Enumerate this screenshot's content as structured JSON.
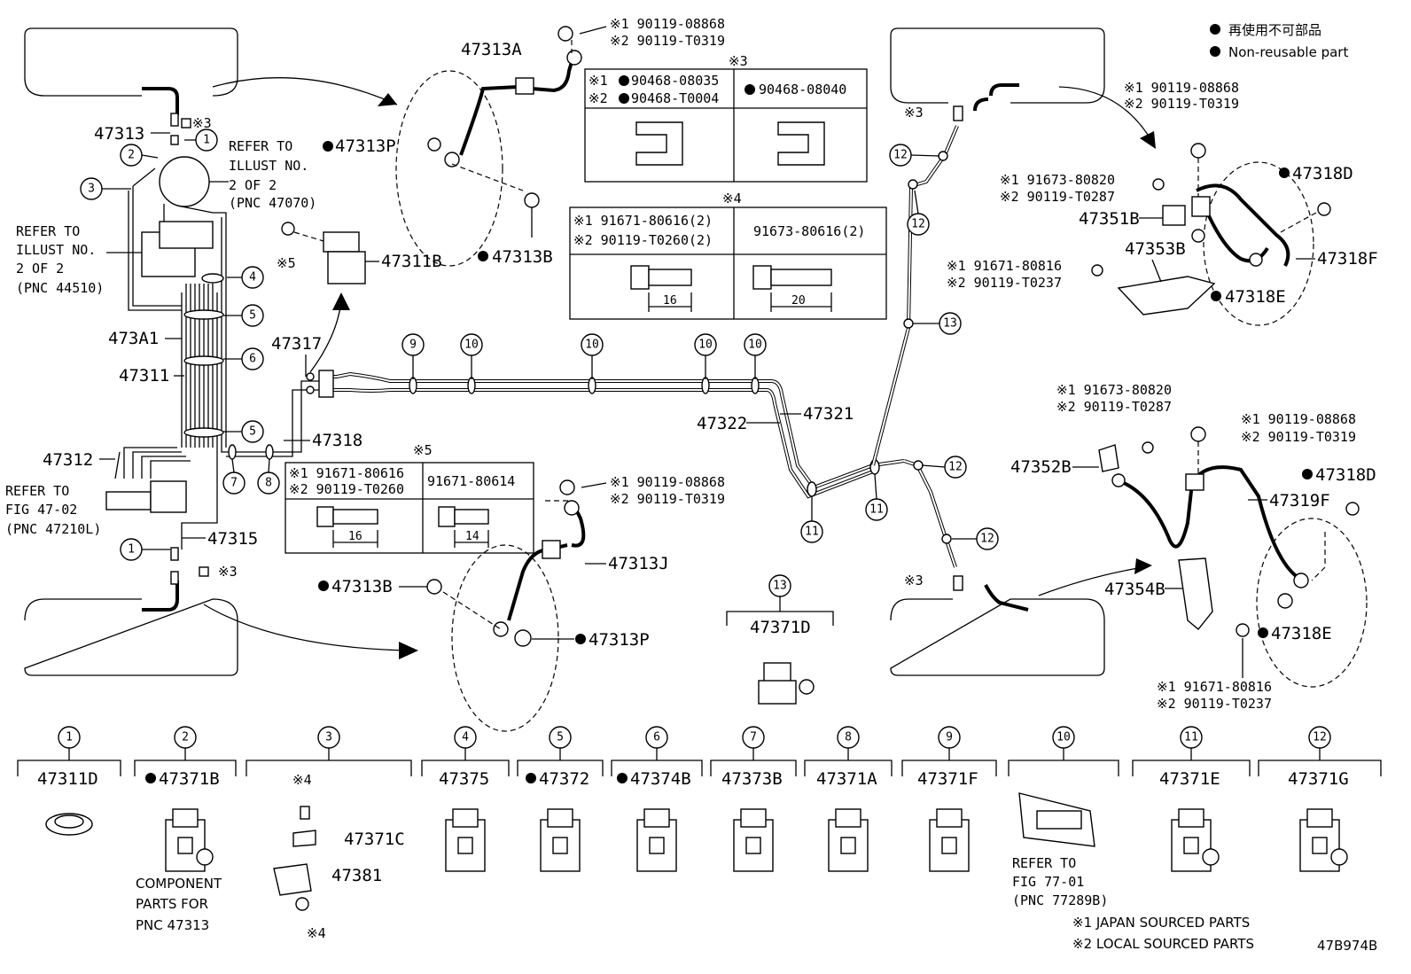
{
  "legend": {
    "non_reusable_jp": "再使用不可部品",
    "non_reusable_en": "Non-reusable part",
    "japan_sourced": "※1 JAPAN SOURCED PARTS",
    "local_sourced": "※2 LOCAL SOURCED PARTS",
    "figure_id": "47B974B"
  },
  "marks": {
    "n3": "※3",
    "n4": "※4",
    "n5": "※5"
  },
  "parts": {
    "p47313": "47313",
    "p47313A": "47313A",
    "p47313P_top": "47313P",
    "p47313B_top": "47313B",
    "p47311B": "47311B",
    "p47317": "47317",
    "p473A1": "473A1",
    "p47311": "47311",
    "p47312": "47312",
    "p47318": "47318",
    "p47315": "47315",
    "p47313B_bot": "47313B",
    "p47313P_bot": "47313P",
    "p47313J": "47313J",
    "p47322": "47322",
    "p47321": "47321",
    "p47351B": "47351B",
    "p47353B": "47353B",
    "p47318D_top": "47318D",
    "p47318F": "47318F",
    "p47318E_top": "47318E",
    "p47352B": "47352B",
    "p47318D_bot": "47318D",
    "p47319F": "47319F",
    "p47354B": "47354B",
    "p47318E_bot": "47318E",
    "p47371D": "47371D"
  },
  "bolts": {
    "top_center_1": "※1 90119-08868",
    "top_center_2": "※2 90119-T0319",
    "mid_center_1": "※1 90119-08868",
    "mid_center_2": "※2 90119-T0319",
    "right_top_1": "※1 90119-08868",
    "right_top_2": "※2 90119-T0319",
    "right_a1": "※1 91673-80820",
    "right_a2": "※2 90119-T0287",
    "right_b1": "※1 91671-80816",
    "right_b2": "※2 90119-T0237",
    "right_c1": "※1 91673-80820",
    "right_c2": "※2 90119-T0287",
    "right_d1": "※1 90119-08868",
    "right_d2": "※2 90119-T0319",
    "right_e1": "※1 91671-80816",
    "right_e2": "※2 90119-T0237"
  },
  "notes": {
    "refer_2of2_a": [
      "REFER TO",
      "ILLUST NO.",
      "2 OF 2",
      "(PNC 47070)"
    ],
    "refer_2of2_b": [
      "REFER TO",
      "ILLUST NO.",
      "2 OF 2",
      "(PNC 44510)"
    ],
    "refer_fig4702": [
      "REFER TO",
      "FIG 47-02",
      "(PNC 47210L)"
    ],
    "refer_fig7701": [
      "REFER TO",
      "FIG 77-01",
      "(PNC 77289B)"
    ],
    "component_parts": [
      "COMPONENT",
      "PARTS FOR",
      "PNC 47313"
    ]
  },
  "tables": {
    "t3": {
      "mark": "※3",
      "r1": "※1",
      "r1v": "90468-08035",
      "r2": "※2",
      "r2v": "90468-T0004",
      "right": "90468-08040"
    },
    "t4": {
      "mark": "※4",
      "r1": "※1 91671-80616(2)",
      "r2": "※2 90119-T0260(2)",
      "right": "91673-80616(2)",
      "dim_left": "16",
      "dim_right": "20"
    },
    "t5": {
      "mark": "※5",
      "r1": "※1 91671-80616",
      "r2": "※2 90119-T0260",
      "right": "91671-80614",
      "dim_left": "16",
      "dim_right": "14"
    }
  },
  "callouts": [
    "1",
    "2",
    "3",
    "4",
    "5",
    "6",
    "7",
    "8",
    "9",
    "10",
    "11",
    "12",
    "13"
  ],
  "bottom_row": [
    {
      "num": "1",
      "part": "47311D",
      "nr": false
    },
    {
      "num": "2",
      "part": "47371B",
      "nr": true
    },
    {
      "num": "3",
      "part": "",
      "nr": false,
      "sub": [
        "※4",
        "47371C",
        "47381",
        "※4"
      ]
    },
    {
      "num": "4",
      "part": "47375",
      "nr": false
    },
    {
      "num": "5",
      "part": "47372",
      "nr": true
    },
    {
      "num": "6",
      "part": "47374B",
      "nr": true
    },
    {
      "num": "7",
      "part": "47373B",
      "nr": false
    },
    {
      "num": "8",
      "part": "47371A",
      "nr": false
    },
    {
      "num": "9",
      "part": "47371F",
      "nr": false
    },
    {
      "num": "10",
      "part": "",
      "nr": false
    },
    {
      "num": "11",
      "part": "47371E",
      "nr": false
    },
    {
      "num": "12",
      "part": "47371G",
      "nr": false
    }
  ]
}
